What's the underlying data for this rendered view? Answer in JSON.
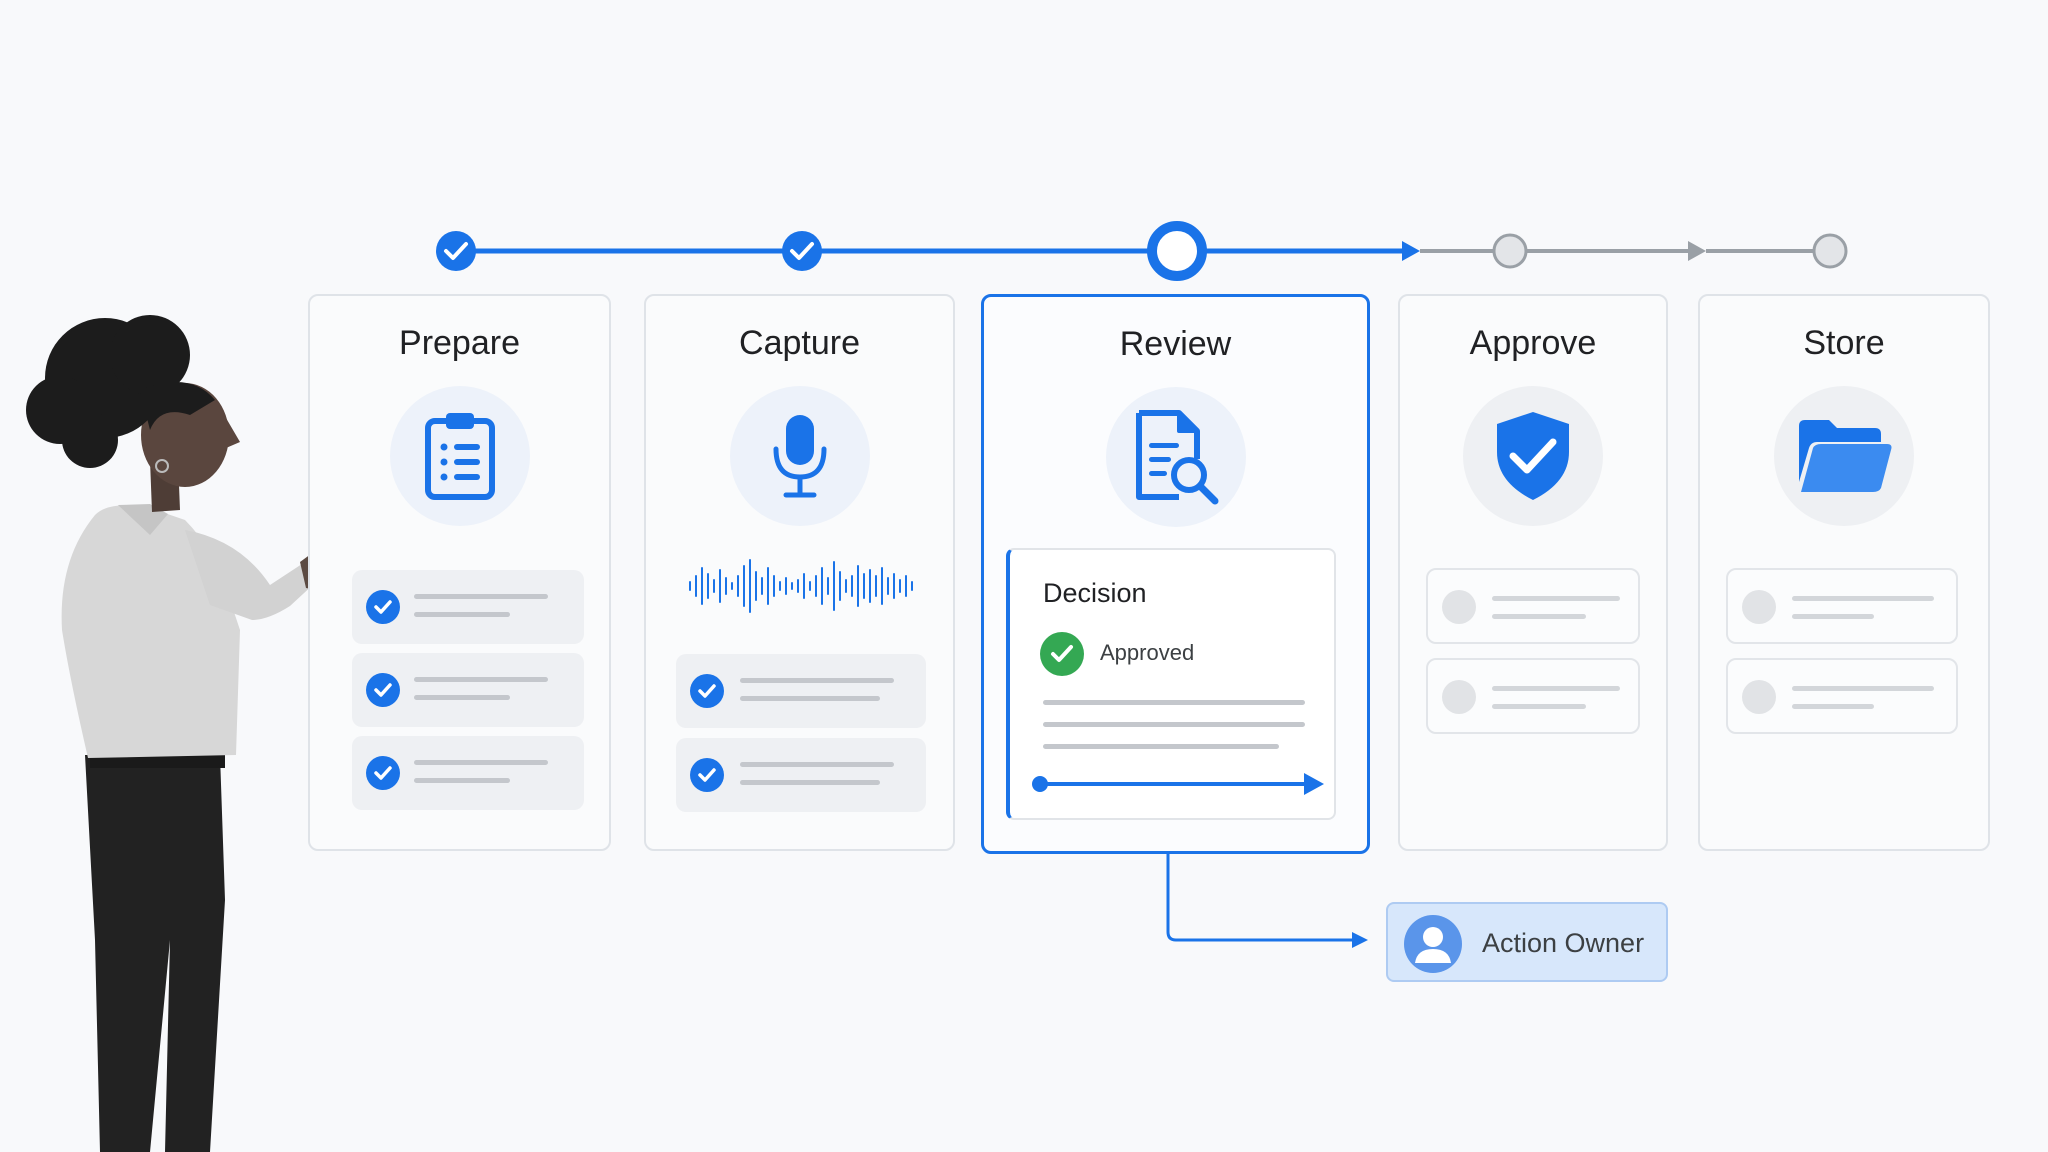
{
  "stages": [
    {
      "title": "Prepare",
      "icon": "clipboard-list-icon",
      "status": "completed"
    },
    {
      "title": "Capture",
      "icon": "microphone-icon",
      "status": "completed"
    },
    {
      "title": "Review",
      "icon": "document-search-icon",
      "status": "current"
    },
    {
      "title": "Approve",
      "icon": "shield-check-icon",
      "status": "pending"
    },
    {
      "title": "Store",
      "icon": "folder-open-icon",
      "status": "pending"
    }
  ],
  "decision": {
    "title": "Decision",
    "status_label": "Approved"
  },
  "action_owner": {
    "label": "Action Owner",
    "icon": "user-avatar-icon"
  },
  "colors": {
    "accent": "#1a73e8",
    "approved": "#34a853",
    "pending": "#9aa0a6"
  }
}
